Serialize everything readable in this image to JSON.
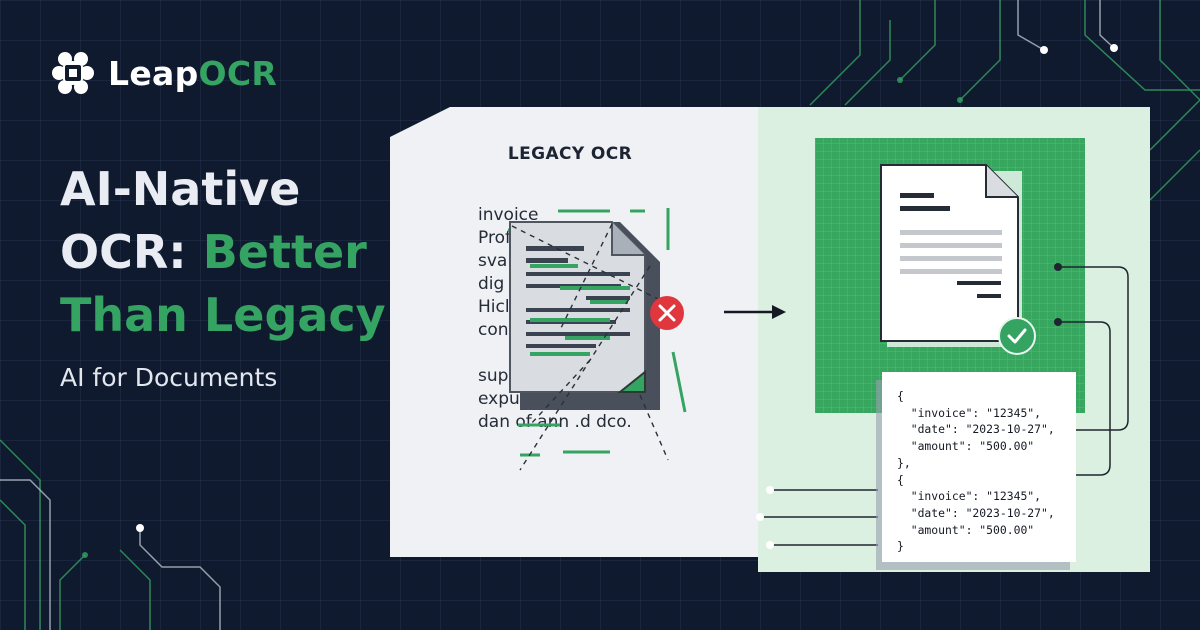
{
  "brand": {
    "name_primary": "Leap",
    "name_accent": "OCR",
    "logo_icon": "chip-flower-icon"
  },
  "headline": {
    "line1": "AI-Native",
    "line2_prefix": "OCR: ",
    "line2_accent": "Better",
    "line3_accent": "Than Legacy"
  },
  "subheadline": "AI for Documents",
  "legacy": {
    "title": "LEGACY OCR",
    "garbled_lines": [
      "invoice",
      "Prof",
      "sval          nd",
      "dig   parsed",
      "Hicl.ırrrctivol",
      "cont  ik b",
      "",
      "sup",
      "expu           s re",
      "dan of ann .d dco."
    ],
    "error_icon": "error-x-icon"
  },
  "transition_icon": "arrow-right-icon",
  "ai_side": {
    "success_icon": "checkmark-icon"
  },
  "json_output": "{\n  \"invoice\": \"12345\",\n  \"date\": \"2023-10-27\",\n  \"amount\": \"500.00\"\n},\n{\n  \"invoice\": \"12345\",\n  \"date\": \"2023-10-27\",\n  \"amount\": \"500.00\"\n}",
  "colors": {
    "background": "#101a2e",
    "accent_green": "#35a463",
    "legacy_panel": "#eff1f4",
    "ai_panel": "#dcf0e2",
    "error_red": "#e0363d"
  }
}
